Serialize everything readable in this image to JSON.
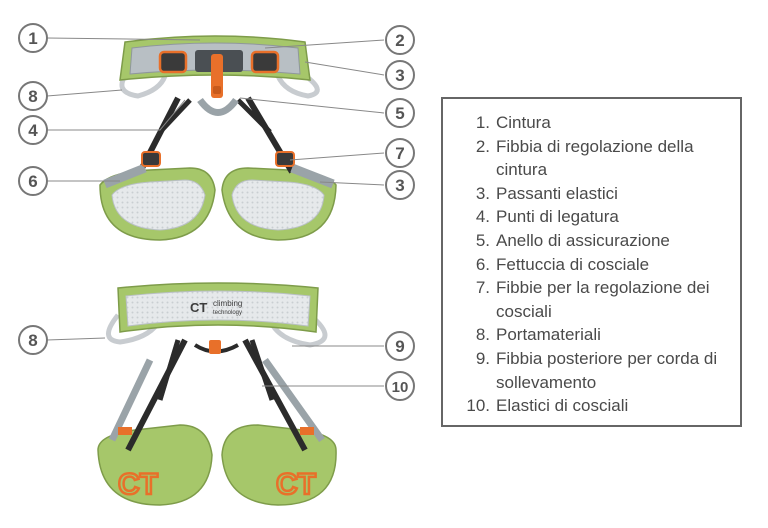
{
  "callouts": {
    "top": [
      "1",
      "2",
      "3",
      "8",
      "4",
      "5",
      "7",
      "6",
      "3"
    ],
    "bottom": [
      "8",
      "9",
      "10"
    ]
  },
  "brand": {
    "logo": "CT",
    "name": "climbing",
    "subtitle": "technology"
  },
  "legend": {
    "items": [
      {
        "num": "1.",
        "text": "Cintura"
      },
      {
        "num": "2.",
        "text": "Fibbia di regolazione della cintura"
      },
      {
        "num": "3.",
        "text": "Passanti elastici"
      },
      {
        "num": "4.",
        "text": "Punti di legatura"
      },
      {
        "num": "5.",
        "text": "Anello di assicurazione"
      },
      {
        "num": "6.",
        "text": "Fettuccia di cosciale"
      },
      {
        "num": "7.",
        "text": "Fibbie per la regolazione dei cosciali"
      },
      {
        "num": "8.",
        "text": "Portamateriali"
      },
      {
        "num": "9.",
        "text": "Fibbia posteriore per corda di sollevamento"
      },
      {
        "num": "10.",
        "text": "Elastici di cosciali"
      }
    ]
  },
  "colors": {
    "harness_green": "#a6c76a",
    "webbing_gray": "#9aa3a8",
    "strap_black": "#2b2b2b",
    "accent_orange": "#e8702a",
    "pad_light": "#dfe3e6",
    "callout_gray": "#777777"
  }
}
